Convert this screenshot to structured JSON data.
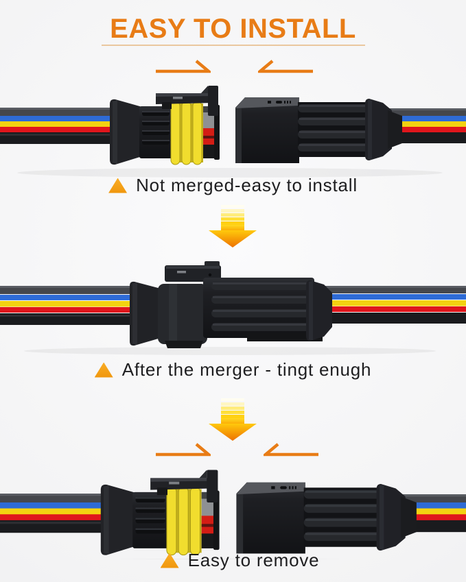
{
  "title": {
    "text": "EASY TO INSTALL"
  },
  "steps": [
    {
      "caption": "Not merged-easy to install",
      "photo_alt": "two waterproof wire connectors separated"
    },
    {
      "caption": "After the merger - tingt enugh",
      "photo_alt": "wire connectors plugged together"
    },
    {
      "caption": "Easy to remove",
      "photo_alt": "two waterproof wire connectors separated"
    }
  ],
  "icons": {
    "bullet": "orange-triangle-bullet",
    "arrow": "gradient-down-arrow",
    "marks": "orange-focus-corner-marks"
  },
  "colors": {
    "accent_orange": "#e87c16",
    "underline_orange": "#e0a055",
    "bullet_orange": "#f9ad25",
    "caption_text": "#1e1e20",
    "arrow_top": "#fffdf0",
    "arrow_mid": "#ffd012",
    "arrow_bottom": "#ed7100",
    "wire_gray": "#45474c",
    "wire_blue": "#2e6bd6",
    "wire_yellow": "#f3d211",
    "wire_red": "#e0161c",
    "wire_black": "#1a1b1e",
    "connector_black": "#1e1f23",
    "seal_yellow": "#f1dd2e",
    "tip_red": "#d41d15",
    "tip_gray": "#8e9093"
  }
}
